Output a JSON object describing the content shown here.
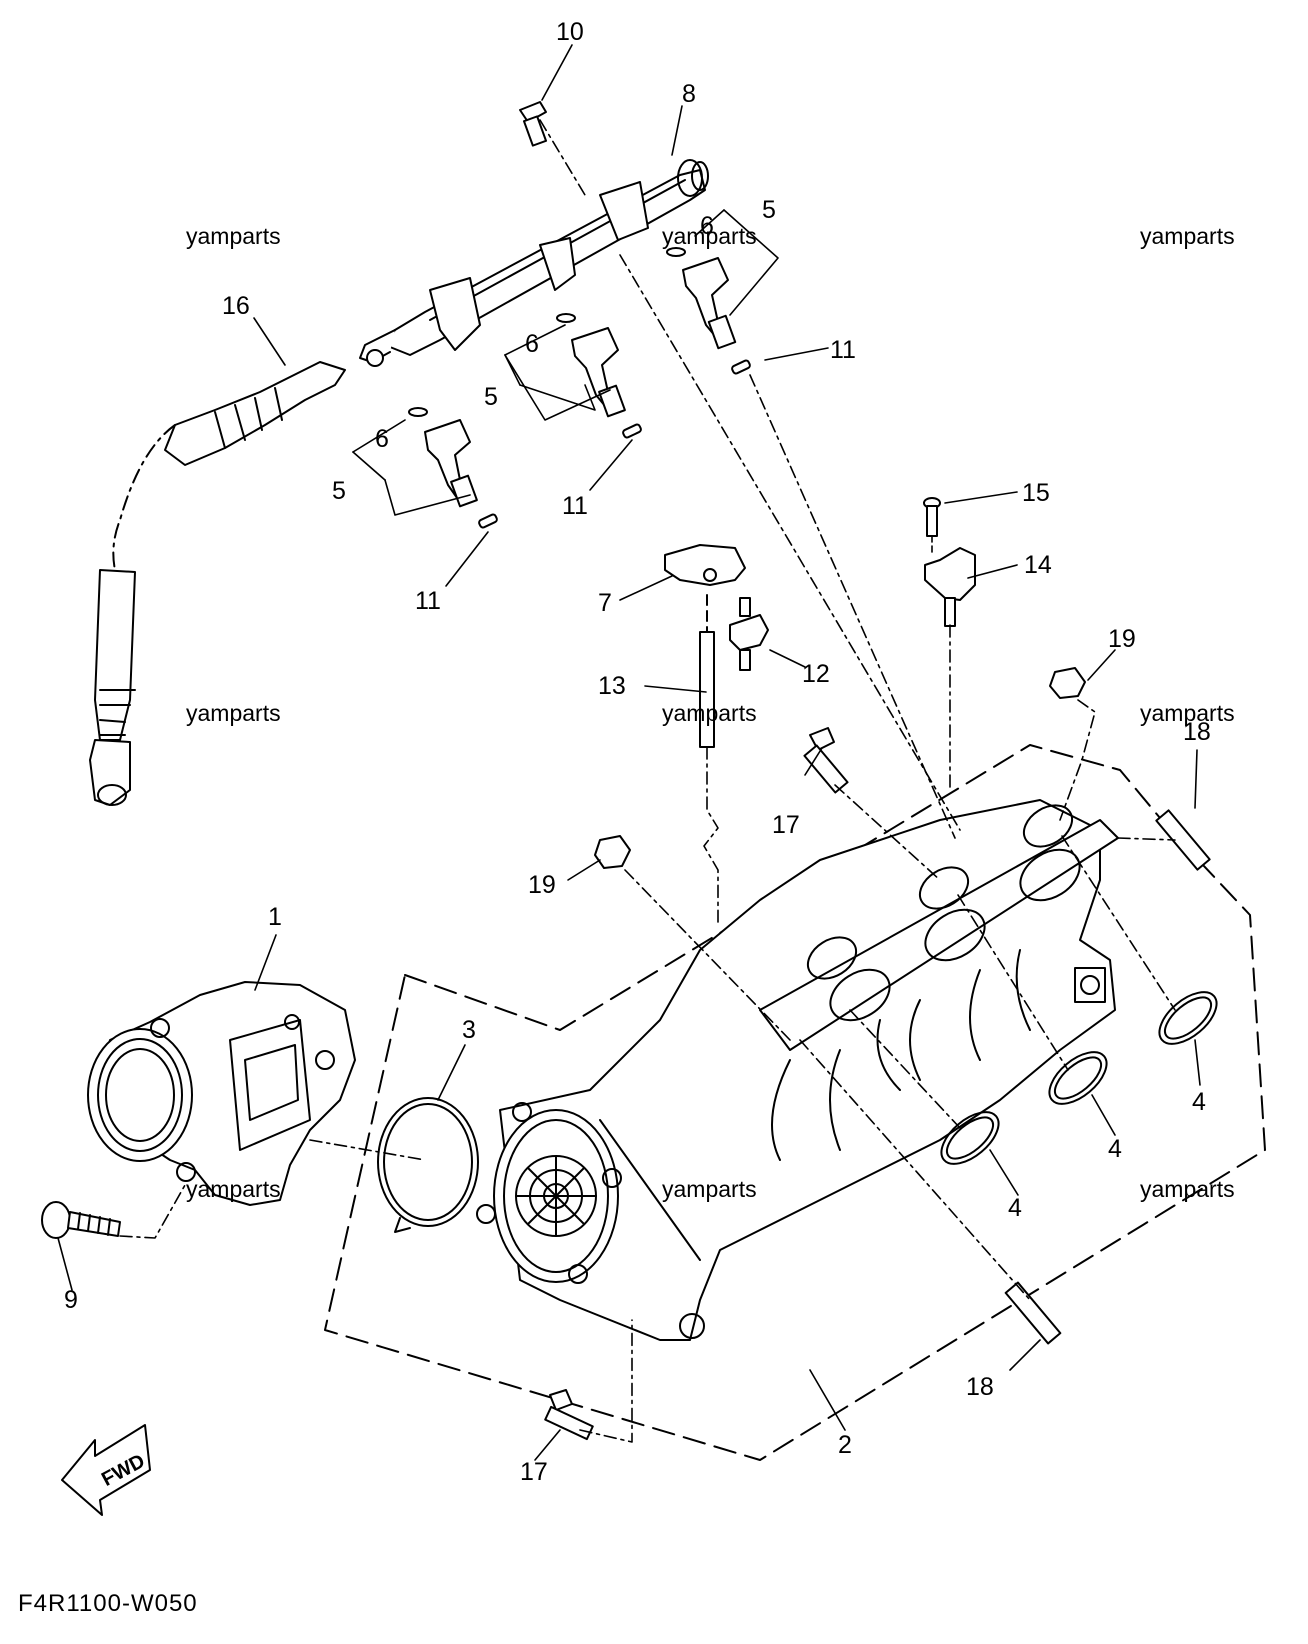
{
  "diagram_code": "F4R1100-W050",
  "watermark": "yamparts",
  "fwd_label": "FWD",
  "callouts": {
    "c1": "1",
    "c2": "2",
    "c3": "3",
    "c4a": "4",
    "c4b": "4",
    "c4c": "4",
    "c5a": "5",
    "c5b": "5",
    "c5c": "5",
    "c6a": "6",
    "c6b": "6",
    "c6c": "6",
    "c7": "7",
    "c8": "8",
    "c9": "9",
    "c10": "10",
    "c11a": "11",
    "c11b": "11",
    "c11c": "11",
    "c12": "12",
    "c13": "13",
    "c14": "14",
    "c15": "15",
    "c16": "16",
    "c17a": "17",
    "c17b": "17",
    "c18a": "18",
    "c18b": "18",
    "c19a": "19",
    "c19b": "19"
  }
}
